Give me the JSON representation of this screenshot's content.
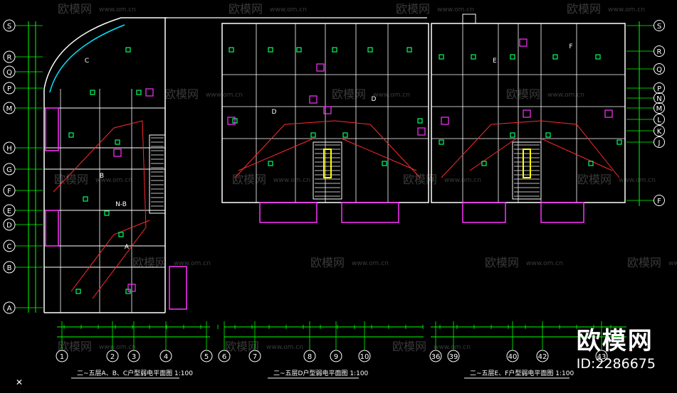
{
  "watermark": {
    "brand": "欧模网",
    "url": "www.om.cn"
  },
  "brand_logo": "欧模网",
  "brand_id": "ID:2286675",
  "axis_labels_left": [
    "S",
    "R",
    "Q",
    "P",
    "M",
    "H",
    "G",
    "F",
    "E",
    "D",
    "C",
    "B",
    "A"
  ],
  "axis_labels_right": [
    "S",
    "R",
    "Q",
    "P",
    "N",
    "M",
    "L",
    "K",
    "J",
    "F"
  ],
  "column_labels": [
    "1",
    "2",
    "3",
    "4",
    "5",
    "6",
    "7",
    "8",
    "9",
    "10",
    "36",
    "39",
    "40",
    "42",
    "43"
  ],
  "unit_labels": [
    "C",
    "B",
    "N-B",
    "A",
    "D",
    "D",
    "E",
    "F"
  ],
  "titles": {
    "left": "二~五层A、B、C户型弱电平面图 1:100",
    "middle": "二~五层D户型弱电平面图 1:100",
    "right": "二~五层E、F户型弱电平面图 1:100"
  },
  "colors": {
    "background": "#000000",
    "wall": "#ffffff",
    "wiring": "#ff2a2a",
    "outlet": "#00ff66",
    "fixture": "#ff33ff",
    "stair": "#ffff00",
    "grid": "#00ff00",
    "window": "#00e5ff"
  }
}
